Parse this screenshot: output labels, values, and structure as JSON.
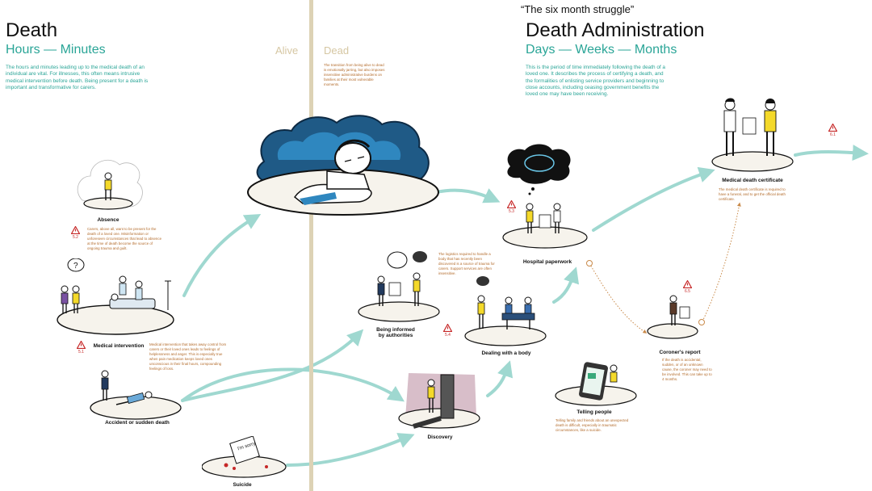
{
  "left": {
    "title": "Death",
    "subtitle": "Hours — Minutes",
    "intro": "The hours and minutes leading up to the medical death of an individual are vital. For illnesses, this often means intrusive medical intervention before death. Being present for a death is important and transformative for carers."
  },
  "divider": {
    "alive": "Alive",
    "dead": "Dead",
    "dead_text": "The transition from being alive to dead is emotionally jarring, but also imposes insensitive administrative burdens on families at their most vulnerable moments."
  },
  "right": {
    "quote": "“The six month struggle”",
    "title": "Death Administration",
    "subtitle": "Days — Weeks — Months",
    "intro": "This is the period of time immediately following the death of a loved one. It describes the process of certifying a death, and the formalities of enlisting service providers and beginning to close accounts, including ceasing government benefits the loved one may have been receiving."
  },
  "stages": {
    "absence": {
      "label": "Absence",
      "warn": "5.2",
      "note": "Carers, above all, want to be present for the death of a loved one. Misinformation or unforeseen circumstances that lead to absence at the time of death become the source of ongoing trauma and guilt."
    },
    "medical": {
      "label": "Medical intervention",
      "warn": "5.1",
      "note": "Medical intervention that takes away control from carers or their loved ones leads to feelings of helplessness and anger. This is especially true when pain medication keeps loved ones unconscious in their final hours, compounding feelings of loss."
    },
    "accident": {
      "label": "Accident or sudden death"
    },
    "suicide": {
      "label": "Suicide",
      "note_text": "I'm sorry"
    },
    "informed": {
      "label_line1": "Being informed",
      "label_line2": "by authorities",
      "warn": "5.4",
      "note": "The logistics required to handle a body that has recently been discovered is a source of trauma for carers. Support services are often insensitive."
    },
    "discovery": {
      "label": "Discovery"
    },
    "body": {
      "label": "Dealing with a body"
    },
    "hospital": {
      "label": "Hospital paperwork",
      "warn": "5.3"
    },
    "telling": {
      "label": "Telling people",
      "note": "Telling family and friends about an unexpected death is difficult, especially in traumatic circumstances, like a suicide."
    },
    "coroner": {
      "label": "Coroner's report",
      "warn": "6.5",
      "note": "If the death is accidental, sudden, or of an unknown cause, the coroner may need to be involved. This can take up to 4 months."
    },
    "certificate": {
      "label": "Medical death certificate",
      "warn": "6.1",
      "note": "The medical death certificate is required to have a funeral, and to get the official death certificate."
    }
  },
  "colors": {
    "flow": "#9fd8d0",
    "accent": "#2aa597",
    "warning": "#c62828",
    "note": "#b36b2b",
    "divider": "#ddd2b5",
    "state": "#d6c7a3"
  }
}
